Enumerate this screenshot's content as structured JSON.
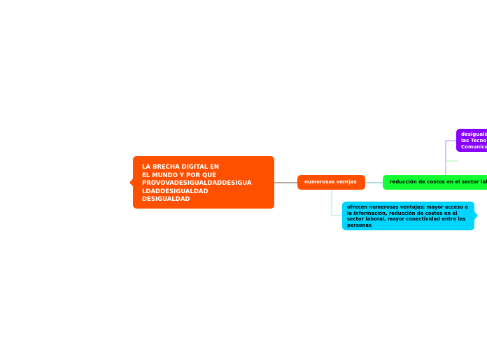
{
  "nodes": {
    "root": "LA BRECHA DIGITAL EN\nEL MUNDO Y POR QUÈ\nPROVOVADESIGUALDADDESIGUA\nLDADDESIGUALDAD\nDESIGUALDAD",
    "ventajas": "numerosas ventjas",
    "reduccion": "reducción de costos en el sector laboral",
    "desigualdad": "desigualdad\nlas Tecno\nComunica",
    "ofrecen": " ofrecen numerosas ventajas: mayor acceso a la información, reducción de costes en el sector laboral, mayor conectividad entre las personas"
  },
  "colors": {
    "root": "#ff5000",
    "ventajas": "#ff5000",
    "reduccion": "#11ff33",
    "desigualdad": "#8800ff",
    "ofrecen": "#00d5ff"
  }
}
